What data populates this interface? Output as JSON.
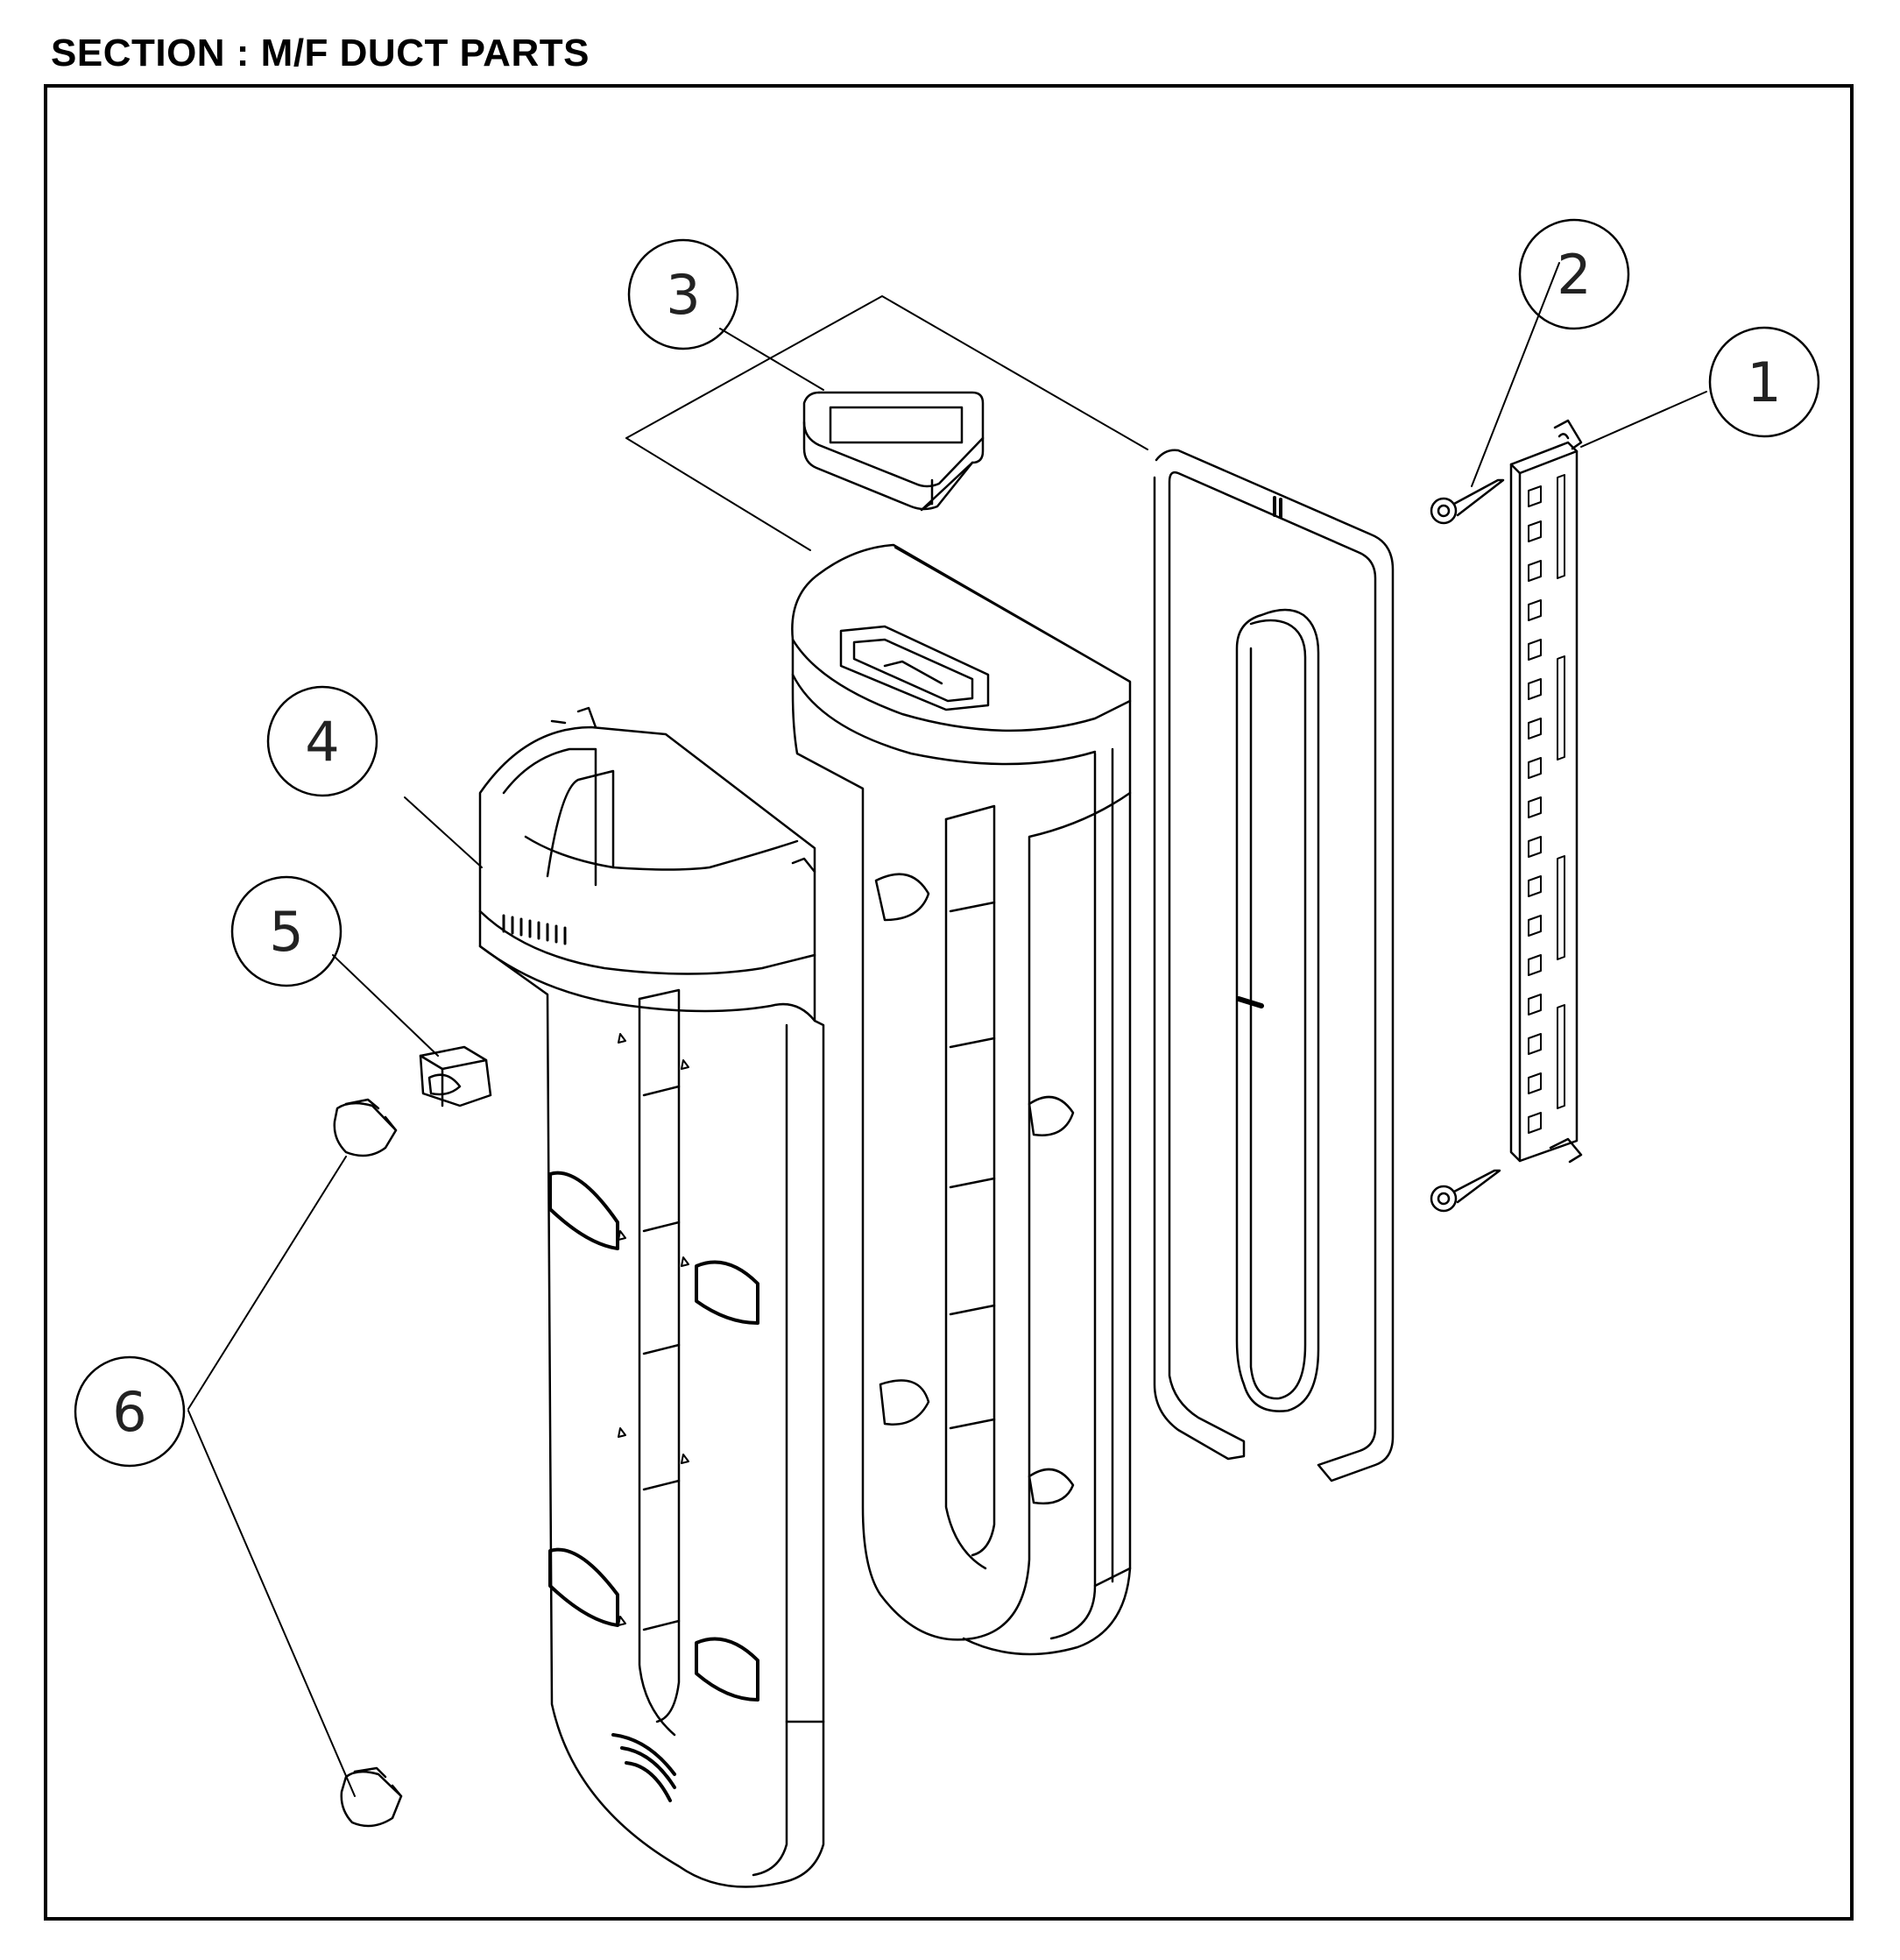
{
  "section_title": "SECTION : M/F DUCT PARTS",
  "callouts": [
    {
      "id": "callout-1",
      "label": "1"
    },
    {
      "id": "callout-2",
      "label": "2"
    },
    {
      "id": "callout-3",
      "label": "3"
    },
    {
      "id": "callout-4",
      "label": "4"
    },
    {
      "id": "callout-5",
      "label": "5"
    },
    {
      "id": "callout-6",
      "label": "6"
    }
  ]
}
